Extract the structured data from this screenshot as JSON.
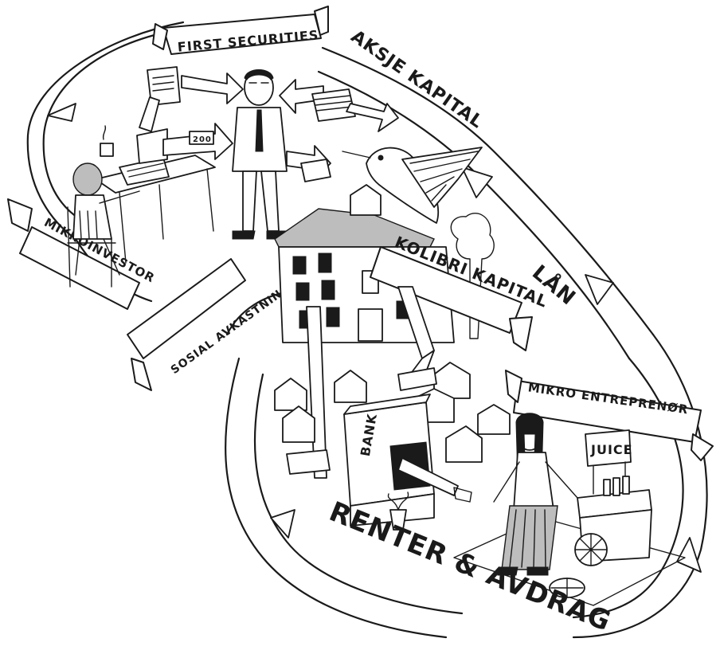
{
  "labels": {
    "first_securities": "FIRST SECURITIES",
    "aksje_kapital": "AKSJE KAPITAL",
    "lan": "LÅN",
    "mikroinvestor": "MIKROINVESTOR",
    "sosial_avkastning": "SOSIAL AVKASTNING",
    "kolibri_kapital": "KOLIBRI KAPITAL",
    "mikro_entreprenor": "MIKRO ENTREPRENØR",
    "renter_avdrag": "RENTER & AVDRAG",
    "bank_sign": "BANK",
    "juice_sign": "JUICE",
    "money_note": "200"
  }
}
